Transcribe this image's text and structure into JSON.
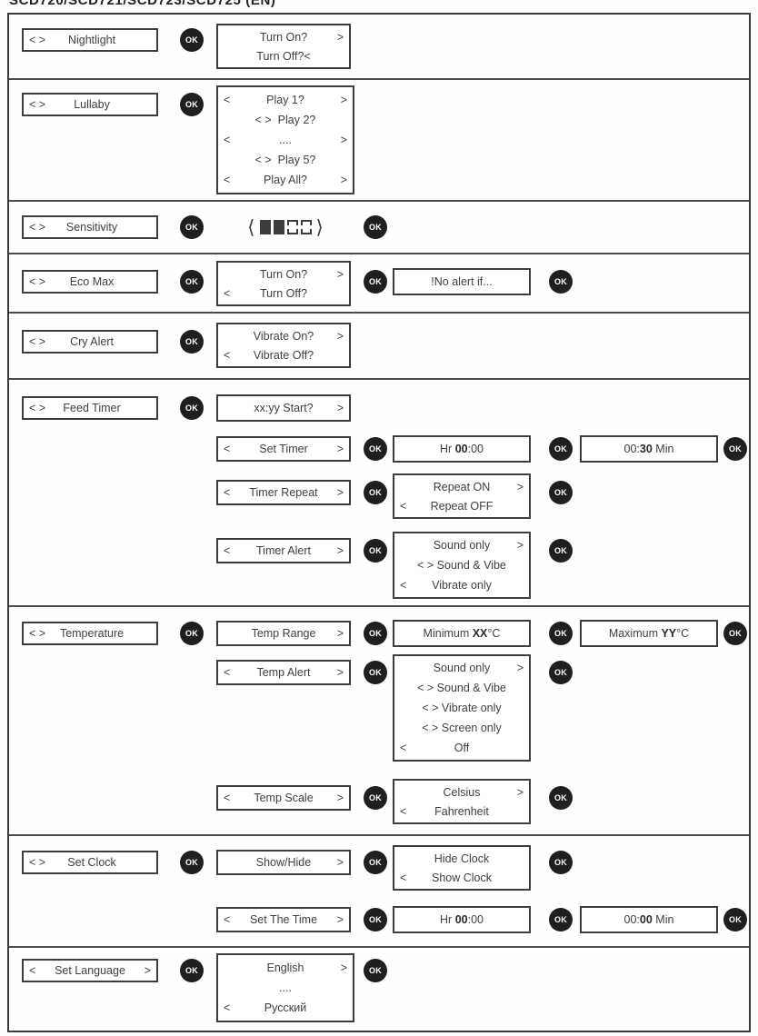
{
  "title": "SCD720/SCD721/SCD723/SCD725 (EN)",
  "ok_label": "OK",
  "sections": {
    "nightlight": {
      "menu": {
        "l": "< >",
        "c": "Nightlight"
      },
      "screen": [
        {
          "c": "Turn On?",
          "r": ">"
        },
        {
          "c": "Turn Off?<"
        }
      ]
    },
    "lullaby": {
      "menu": {
        "l": "< >",
        "c": "Lullaby"
      },
      "screen": [
        {
          "l": "<",
          "c": "Play 1?",
          "r": ">"
        },
        {
          "c": "< >  Play 2?"
        },
        {
          "l": "<",
          "c": "....",
          "r": ">"
        },
        {
          "c": "< >  Play 5?"
        },
        {
          "l": "<",
          "c": "Play All?",
          "r": ">"
        }
      ]
    },
    "sensitivity": {
      "menu": {
        "l": "< >",
        "c": "Sensitivity"
      },
      "bracket_open": "⟨",
      "bracket_close": "⟩",
      "level": "2 of 4 segments filled"
    },
    "ecomax": {
      "menu": {
        "l": "< >",
        "c": "Eco Max"
      },
      "screen1": [
        {
          "c": "Turn On?",
          "r": ">"
        },
        {
          "l": "<",
          "c": "Turn Off?"
        }
      ],
      "screen2": [
        {
          "c": "!No alert if..."
        }
      ]
    },
    "cryalert": {
      "menu": {
        "l": "< >",
        "c": "Cry Alert"
      },
      "screen": [
        {
          "c": "Vibrate On?",
          "r": ">"
        },
        {
          "l": "<",
          "c": "Vibrate Off?"
        }
      ]
    },
    "feedtimer": {
      "menu": {
        "l": "< >",
        "c": "Feed Timer"
      },
      "start_screen": [
        {
          "c": "xx:yy Start?",
          "r": ">"
        }
      ],
      "settimer_menu": {
        "l": "<",
        "c": "Set Timer",
        "r": ">"
      },
      "hr_box": [
        {
          "c": "Hr ",
          "b": "00",
          "c2": ":00"
        }
      ],
      "min_box": [
        {
          "c": "00:",
          "b": "30",
          "c2": " Min"
        }
      ],
      "repeat_menu": {
        "l": "<",
        "c": "Timer Repeat",
        "r": ">"
      },
      "repeat_screen": [
        {
          "c": "Repeat ON",
          "r": ">"
        },
        {
          "l": "<",
          "c": "Repeat OFF"
        }
      ],
      "alert_menu": {
        "l": "<",
        "c": "Timer Alert",
        "r": ">"
      },
      "alert_screen": [
        {
          "c": "Sound only",
          "r": ">"
        },
        {
          "c": "< > Sound & Vibe"
        },
        {
          "l": "<",
          "c": "Vibrate only"
        }
      ]
    },
    "temperature": {
      "menu": {
        "l": "< >",
        "c": "Temperature"
      },
      "range_menu": [
        {
          "c": "Temp Range",
          "r": ">"
        }
      ],
      "min_box": [
        {
          "c": "Minimum ",
          "b": "XX",
          "c2": "°C"
        }
      ],
      "max_box": [
        {
          "c": "Maximum ",
          "b": "YY",
          "c2": "°C"
        }
      ],
      "alert_menu": {
        "l": "<",
        "c": "Temp Alert",
        "r": ">"
      },
      "alert_screen": [
        {
          "c": "Sound only",
          "r": ">"
        },
        {
          "c": "< > Sound & Vibe"
        },
        {
          "c": "< > Vibrate only"
        },
        {
          "c": "< > Screen only"
        },
        {
          "l": "<",
          "c": "Off"
        }
      ],
      "scale_menu": {
        "l": "<",
        "c": "Temp Scale",
        "r": ">"
      },
      "scale_screen": [
        {
          "c": "Celsius",
          "r": ">"
        },
        {
          "l": "<",
          "c": "Fahrenheit"
        }
      ]
    },
    "setclock": {
      "menu": {
        "l": "< >",
        "c": "Set Clock"
      },
      "showhide_menu": [
        {
          "c": "Show/Hide",
          "r": ">"
        }
      ],
      "showhide_screen": [
        {
          "c": "Hide Clock"
        },
        {
          "l": "<",
          "c": "Show Clock"
        }
      ],
      "settime_menu": {
        "l": "<",
        "c": "Set The Time",
        "r": ">"
      },
      "hr_box": [
        {
          "c": "Hr ",
          "b": "00",
          "c2": ":00"
        }
      ],
      "min_box": [
        {
          "c": "00:",
          "b": "00",
          "c2": " Min"
        }
      ]
    },
    "language": {
      "menu": {
        "l": "<",
        "c": "Set Language",
        "r": ">"
      },
      "screen": [
        {
          "c": "English",
          "r": ">"
        },
        {
          "c": "...."
        },
        {
          "l": "<",
          "c": "Русский"
        }
      ]
    }
  }
}
